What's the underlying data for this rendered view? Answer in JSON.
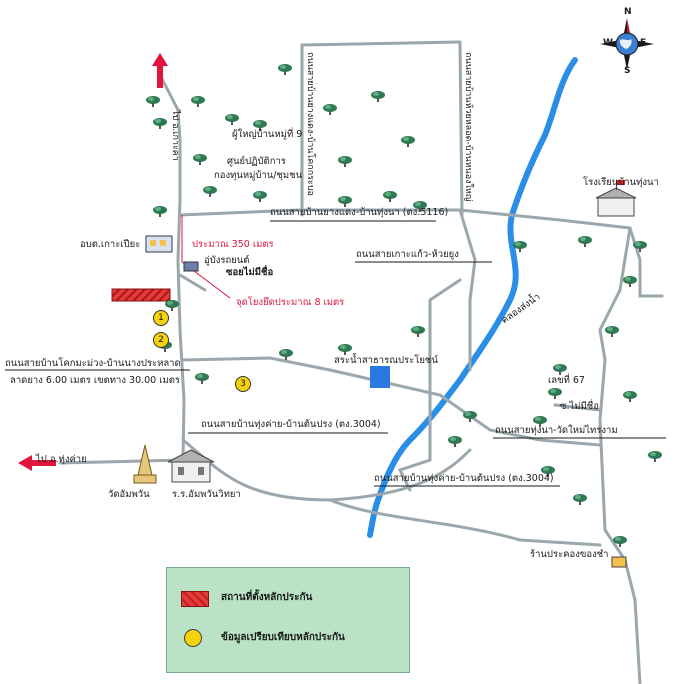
{
  "compass": {
    "n": "N",
    "s": "S",
    "e": "E",
    "w": "W"
  },
  "roads": {
    "to_koh": "ไป อ.เกาะคา",
    "to_thung_kwai": "ไป อ.ทุ่งค่าย",
    "ban_yang_hang": "ถนนสายบ้านยางแดง-บ้านทุ่งนา (ตง.5116)",
    "koh_kaew": "ถนนสายเกาะแก้ว-ห้วยยูง",
    "khok_muang": "ถนนสายบ้านโคกมะม่วง-บ้านนางประหลาด",
    "khok_muang_spec": "ลาดยาง 6.00 เมตร เขตทาง 30.00 เมตร",
    "thung_kwai_1": "ถนนสายบ้านทุ่งค่าย-บ้านต้นปรง (ตง.3004)",
    "thung_kwai_2": "ถนนสายบ้านทุ่งค่าย-บ้านต้นปรง (ตง.3004)",
    "thung_na_wat": "ถนนสายทุ่งนา-วัดใหม่ไทรงาม",
    "soi_no_name": "ซอยไม่มีชื่อ",
    "vertical_left": "ถนนสายบ้านยางแดง-บ้านโคกกระบอ",
    "vertical_right": "ถนนสายบ้านห้วยหลอด-บ้านหนองใหญ่"
  },
  "places": {
    "headman": "ผู้ใหญ่บ้านหมู่ที่ 9",
    "center_1": "ศูนย์ปฏิบัติการ",
    "center_2": "กองทุนหมู่บ้าน/ชุมชน",
    "school_top": "โรงเรียนบ้านทุ่งนา",
    "obt": "อบต.เกาะเปียะ",
    "garage": "อู่บังรถยนต์",
    "pond": "สระน้ำสาธารณประโยชน์",
    "house_67": "เลขที่ 67",
    "soi_67": "ซ.ไม่มีชื่อ",
    "temple": "วัดอัมพวัน",
    "school_bottom": "ร.ร.อัมพวันวิทยา",
    "pawn_shop": "ร้านประคองของชำ",
    "canal": "คลองส่งน้ำ"
  },
  "annotations": {
    "approx_350": "ประมาณ 350 เมตร",
    "approx_8": "จุดโยงยึดประมาณ 8 เมตร"
  },
  "markers": {
    "m1": "1",
    "m2": "2",
    "m3": "3"
  },
  "legend": {
    "collateral_site": "สถานที่ตั้งหลักประกัน",
    "comparison": "ข้อมูลเปรียบเทียบหลักประกัน"
  },
  "colors": {
    "road": "#9aa7ad",
    "river": "#2a8ee6",
    "legend_bg": "#b9e3c4",
    "accent_red": "#e0143c"
  }
}
